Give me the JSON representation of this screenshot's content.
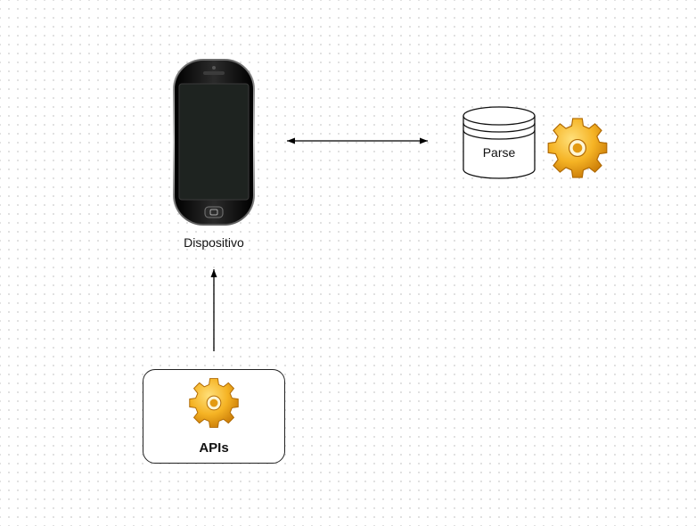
{
  "diagram": {
    "nodes": {
      "device": {
        "label": "Dispositivo",
        "icon": "smartphone-icon"
      },
      "parse": {
        "label": "Parse",
        "icon": "database-cylinder-icon",
        "badge_icon": "gear-icon"
      },
      "apis": {
        "label": "APIs",
        "icon": "gear-icon"
      }
    },
    "edges": [
      {
        "from": "device",
        "to": "parse",
        "direction": "bidirectional"
      },
      {
        "from": "apis",
        "to": "device",
        "direction": "forward"
      }
    ],
    "colors": {
      "gear": "#f5b324",
      "gear_shade": "#d98a0a",
      "phone_body": "#111111",
      "phone_screen": "#1e2320",
      "line": "#000000"
    }
  }
}
